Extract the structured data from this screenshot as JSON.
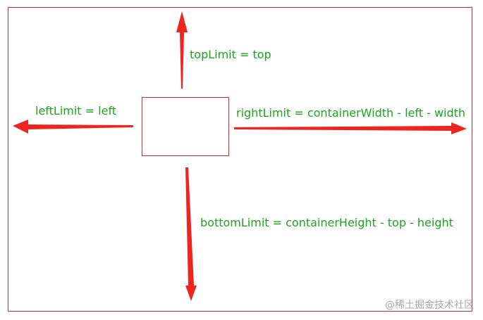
{
  "labels": {
    "top": "topLimit = top",
    "left": "leftLimit = left",
    "right": "rightLimit = containerWidth - left - width",
    "bottom": "bottomLimit = containerHeight - top - height"
  },
  "watermark": "@稀土掘金技术社区",
  "colors": {
    "frame": "#e0262b",
    "arrow": "#f0241e",
    "label": "#1aa51a",
    "watermark": "#a7a7a7"
  }
}
